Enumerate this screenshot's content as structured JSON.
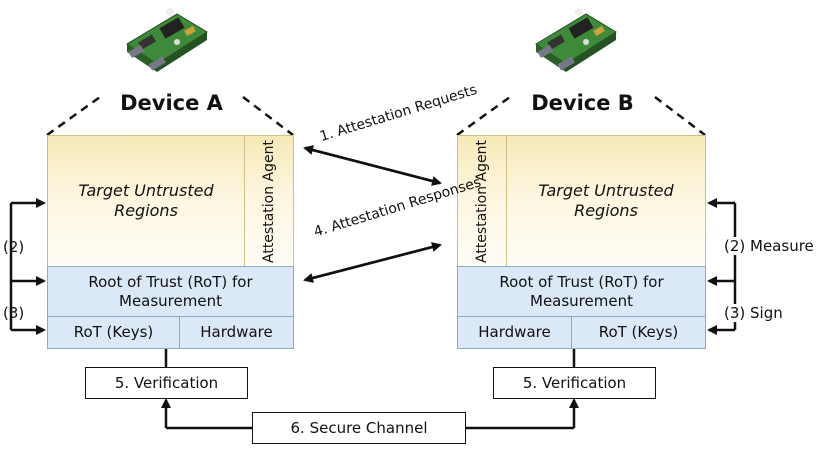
{
  "device_a": {
    "title": "Device A",
    "target_regions": "Target Untrusted Regions",
    "attestation_agent": "Attestation Agent",
    "rot_measurement": "Root of Trust (RoT) for Measurement",
    "rot_keys": "RoT (Keys)",
    "hardware": "Hardware",
    "verification": "5. Verification",
    "step2": "(2)",
    "step3": "(3)"
  },
  "device_b": {
    "title": "Device B",
    "target_regions": "Target Untrusted Regions",
    "attestation_agent": "Attestation Agent",
    "rot_measurement": "Root of Trust (RoT) for Measurement",
    "rot_keys": "RoT (Keys)",
    "hardware": "Hardware",
    "verification": "5. Verification",
    "step2": "(2) Measure",
    "step3": "(3) Sign"
  },
  "flows": {
    "requests": "1. Attestation Requests",
    "responses": "4. Attestation Responses",
    "secure_channel": "6. Secure Channel"
  }
}
